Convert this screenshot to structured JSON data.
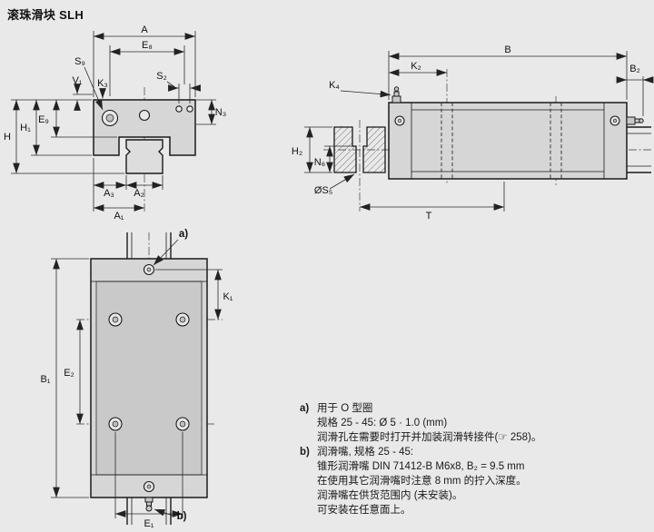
{
  "page": {
    "title": "滚珠滑块 SLH"
  },
  "front_view": {
    "labels": {
      "A": "A",
      "E8": "E₈",
      "S9": "S₉",
      "K3": "K₃",
      "V1": "V₁",
      "S2": "S₂",
      "N3": "N₃",
      "E9": "E₉",
      "H1": "H₁",
      "H": "H",
      "A3": "A₃",
      "A2": "A₂",
      "A1": "A₁"
    }
  },
  "side_view": {
    "labels": {
      "B": "B",
      "K2": "K₂",
      "B2": "B₂",
      "K4": "K₄",
      "H2": "H₂",
      "N6": "N₆",
      "S5": "ØS₅",
      "T": "T"
    }
  },
  "top_view": {
    "labels": {
      "K1": "K₁",
      "B1": "B₁",
      "E2": "E₂",
      "E1": "E₁"
    },
    "callout_a": "a)",
    "callout_b": "b)"
  },
  "notes": {
    "a": {
      "marker": "a)",
      "lines": [
        "用于 O 型圈",
        "规格 25 - 45: Ø 5 · 1.0 (mm)",
        "润滑孔在需要时打开并加装润滑转接件(☞ 258)。"
      ]
    },
    "b": {
      "marker": "b)",
      "lines": [
        "润滑嘴, 规格 25 - 45:",
        "锥形润滑嘴 DIN 71412-B M6x8, B₂ = 9.5 mm",
        "在使用其它润滑嘴时注意 8 mm 的拧入深度。",
        "润滑嘴在供货范围内 (未安装)。",
        "可安装在任意面上。"
      ]
    }
  }
}
